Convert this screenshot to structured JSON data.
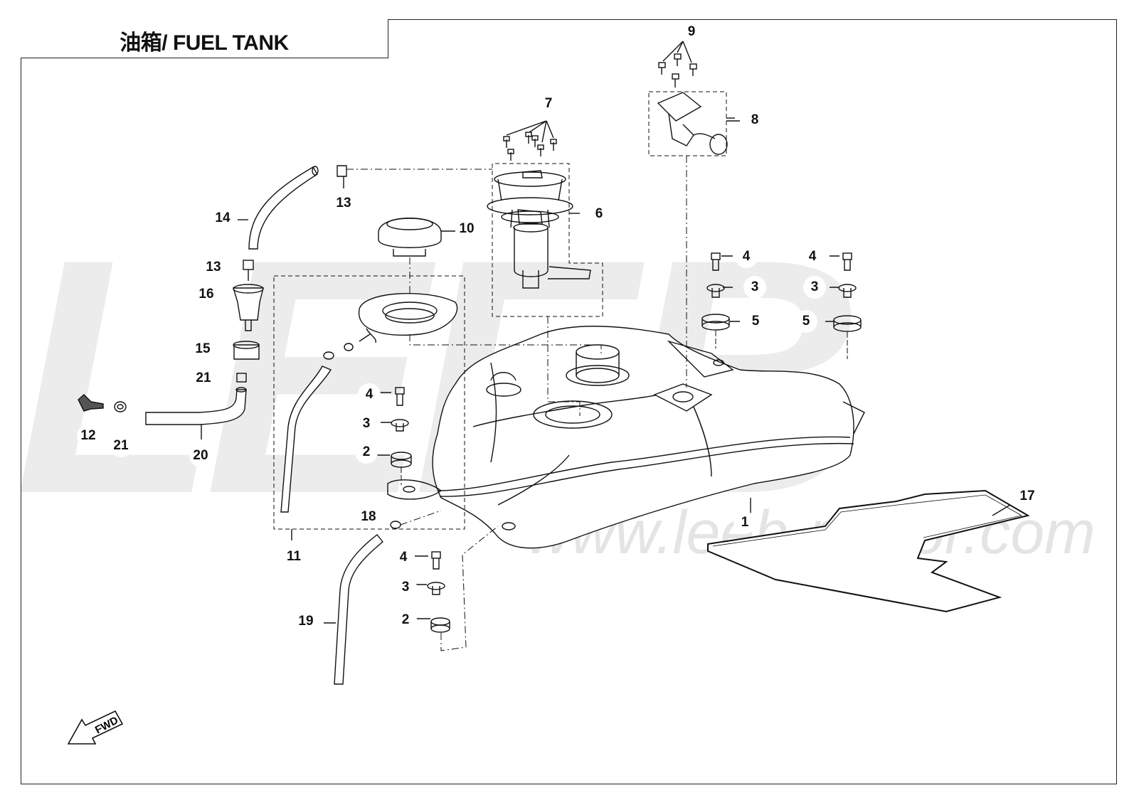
{
  "title": "油箱/ FUEL TANK",
  "watermark": {
    "letters": "LEEB",
    "url": "www.leeb-motor.com"
  },
  "callouts": {
    "c1": "1",
    "c2a": "2",
    "c2b": "2",
    "c3a": "3",
    "c3b": "3",
    "c3c": "3",
    "c3d": "3",
    "c4a": "4",
    "c4b": "4",
    "c4c": "4",
    "c4d": "4",
    "c5a": "5",
    "c5b": "5",
    "c6": "6",
    "c7": "7",
    "c8": "8",
    "c9": "9",
    "c10": "10",
    "c11": "11",
    "c12": "12",
    "c13a": "13",
    "c13b": "13",
    "c14": "14",
    "c15": "15",
    "c16": "16",
    "c17": "17",
    "c18": "18",
    "c19": "19",
    "c20": "20",
    "c21a": "21",
    "c21b": "21"
  },
  "fwd_label": "FWD"
}
